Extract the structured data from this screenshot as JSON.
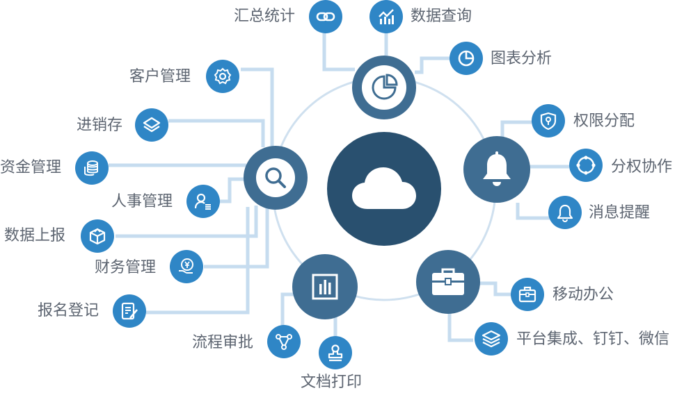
{
  "colors": {
    "line": "#c6dcef",
    "ring": "#cfe0ef",
    "hub": "#3f6d92",
    "center": "#29506f",
    "node": "#2f86c6",
    "label": "#5c6470"
  },
  "center": {
    "icon": "cloud-icon"
  },
  "hubs": [
    {
      "id": "chart-hub",
      "icon": "pie-chart-icon"
    },
    {
      "id": "search-hub",
      "icon": "magnifier-icon"
    },
    {
      "id": "bell-hub",
      "icon": "bell-icon"
    },
    {
      "id": "bar-chart-hub",
      "icon": "bar-chart-icon"
    },
    {
      "id": "toolbox-hub",
      "icon": "toolbox-icon"
    }
  ],
  "nodes": {
    "summary": {
      "label": "汇总统计",
      "icon": "link-icon"
    },
    "query": {
      "label": "数据查询",
      "icon": "data-chart-icon"
    },
    "chart_analysis": {
      "label": "图表分析",
      "icon": "pie-icon"
    },
    "customer": {
      "label": "客户管理",
      "icon": "gear-icon"
    },
    "inventory": {
      "label": "进销存",
      "icon": "layers-icon"
    },
    "funds": {
      "label": "资金管理",
      "icon": "coins-icon"
    },
    "hr": {
      "label": "人事管理",
      "icon": "user-list-icon"
    },
    "data_report": {
      "label": "数据上报",
      "icon": "box-upload-icon"
    },
    "finance": {
      "label": "财务管理",
      "icon": "yen-hand-icon"
    },
    "registration": {
      "label": "报名登记",
      "icon": "form-edit-icon"
    },
    "permission": {
      "label": "权限分配",
      "icon": "shield-key-icon"
    },
    "collab": {
      "label": "分权协作",
      "icon": "sync-circle-icon"
    },
    "notify": {
      "label": "消息提醒",
      "icon": "bell-icon"
    },
    "mobile_office": {
      "label": "移动办公",
      "icon": "briefcase-icon"
    },
    "integration": {
      "label": "平台集成、钉钉、微信",
      "icon": "stack-icon"
    },
    "workflow": {
      "label": "流程审批",
      "icon": "flow-icon"
    },
    "print": {
      "label": "文档打印",
      "icon": "stamp-icon"
    }
  }
}
